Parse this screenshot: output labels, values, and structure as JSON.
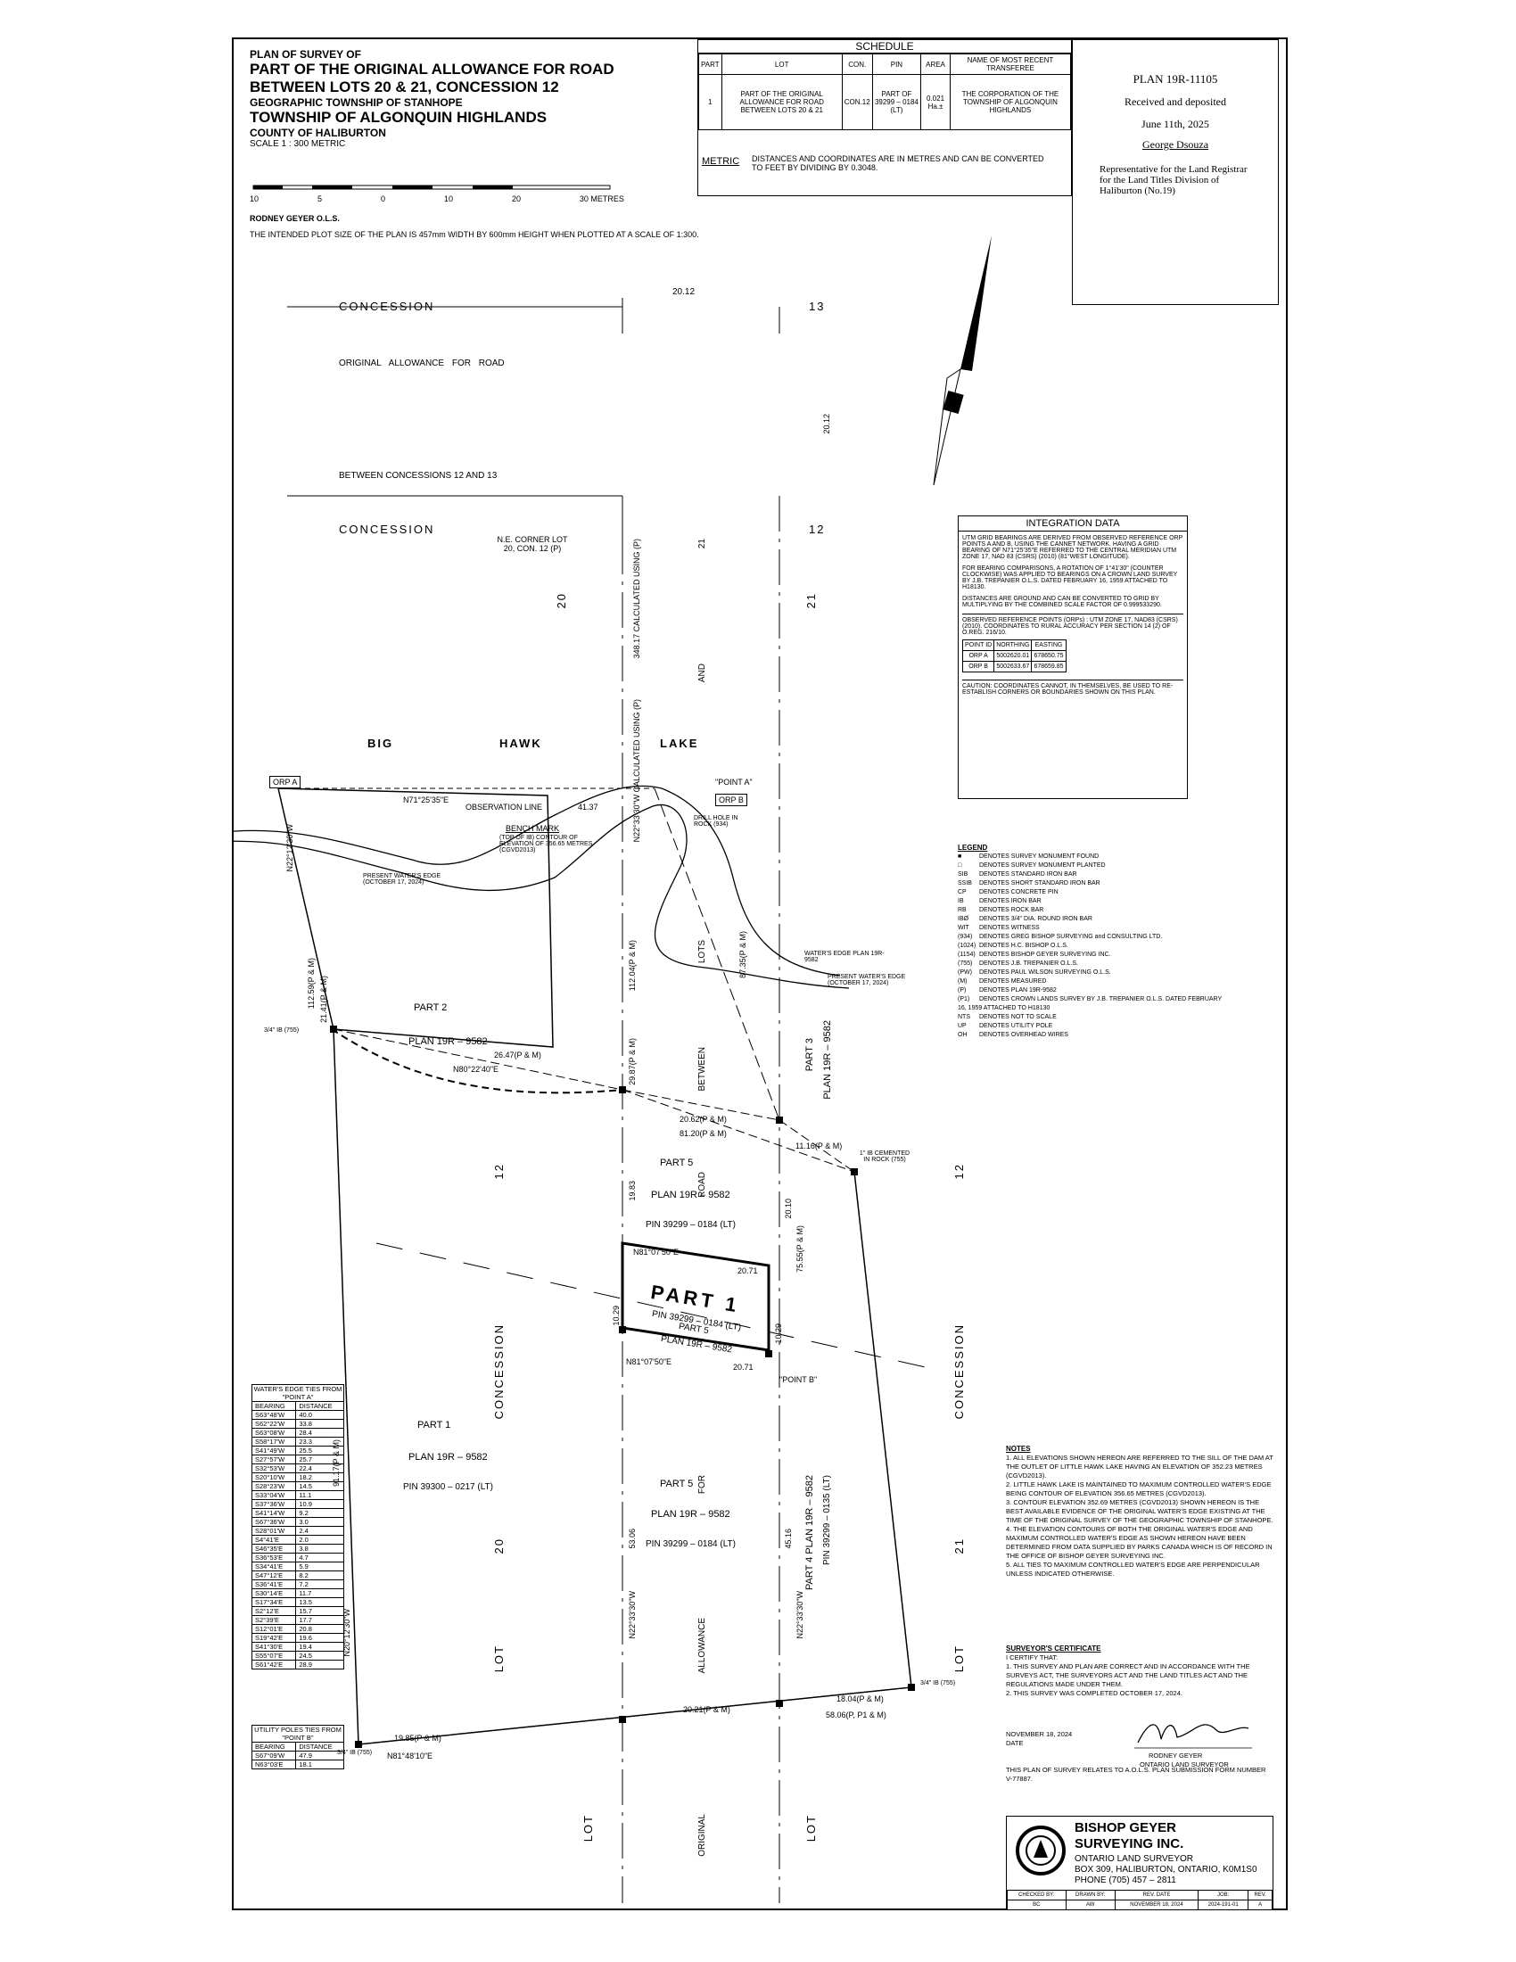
{
  "title_block": {
    "line1": "PLAN OF SURVEY OF",
    "line2": "PART OF THE ORIGINAL ALLOWANCE FOR ROAD",
    "line3": "BETWEEN  LOTS 20 & 21, CONCESSION 12",
    "line4": "GEOGRAPHIC TOWNSHIP OF STANHOPE",
    "line5": "TOWNSHIP OF ALGONQUIN HIGHLANDS",
    "line6": "COUNTY OF HALIBURTON",
    "scale": "SCALE 1 : 300 METRIC",
    "scale_ticks": [
      "10",
      "5",
      "0",
      "10",
      "20",
      "30 METRES"
    ],
    "surveyor_name": "RODNEY GEYER O.L.S.",
    "plot_note": "THE INTENDED PLOT SIZE OF THE PLAN IS 457mm WIDTH BY 600mm HEIGHT WHEN PLOTTED AT A SCALE OF 1:300."
  },
  "schedule": {
    "title": "SCHEDULE",
    "headers": [
      "PART",
      "LOT",
      "CON.",
      "PIN",
      "AREA",
      "NAME OF MOST RECENT TRANSFEREE"
    ],
    "row": [
      "1",
      "PART OF THE ORIGINAL ALLOWANCE FOR ROAD BETWEEN LOTS 20 & 21",
      "CON.12",
      "PART OF 39299 – 0184 (LT)",
      "0.021 Ha.±",
      "THE CORPORATION OF THE TOWNSHIP OF ALGONQUIN HIGHLANDS"
    ],
    "metric_label": "METRIC",
    "metric_text": "DISTANCES AND COORDINATES ARE IN METRES AND CAN BE CONVERTED TO FEET BY DIVIDING BY 0.3048."
  },
  "registry": {
    "plan_no": "PLAN 19R-11105",
    "received": "Received and deposited",
    "date": "June 11th, 2025",
    "name": "George Dsouza",
    "rep": "Representative for the Land Registrar for the Land Titles Division of Haliburton (No.19)"
  },
  "integration": {
    "title": "INTEGRATION DATA",
    "p1": "UTM GRID BEARINGS ARE DERIVED FROM OBSERVED REFERENCE ORP POINTS A AND B, USING THE CANNET NETWORK. HAVING A GRID BEARING OF N71°25'35\"E REFERRED TO THE CENTRAL MERIDIAN UTM ZONE 17, NAD 83 (CSRS) (2010) (81°WEST LONGITUDE).",
    "p2": "FOR BEARING COMPARISONS, A ROTATION OF 1°41'30\" (COUNTER CLOCKWISE) WAS APPLIED TO BEARINGS ON A CROWN LAND SURVEY BY J.B. TREPANIER O.L.S. DATED FEBRUARY 16, 1959 ATTACHED TO H18130.",
    "p3": "DISTANCES ARE GROUND AND CAN BE CONVERTED TO GRID BY MULTIPLYING BY THE COMBINED SCALE FACTOR OF 0.999533290.",
    "p4": "OBSERVED REFERENCE POINTS (ORPs) : UTM ZONE 17, NAD83 (CSRS) (2010). COORDINATES TO RURAL ACCURACY PER SECTION 14 (2) OF O.REG. 216/10.",
    "table_headers": [
      "POINT ID",
      "NORTHING",
      "EASTING"
    ],
    "rows": [
      [
        "ORP A",
        "5002620.01",
        "678650.75"
      ],
      [
        "ORP B",
        "5002633.67",
        "678659.85"
      ]
    ],
    "caution": "CAUTION: COORDINATES CANNOT, IN THEMSELVES, BE USED TO RE-ESTABLISH CORNERS OR BOUNDARIES SHOWN ON THIS PLAN."
  },
  "legend": {
    "title": "LEGEND",
    "items": [
      "DENOTES SURVEY MONUMENT FOUND",
      "DENOTES SURVEY MONUMENT PLANTED",
      "DENOTES STANDARD IRON BAR",
      "DENOTES SHORT STANDARD IRON BAR",
      "DENOTES CONCRETE PIN",
      "DENOTES IRON BAR",
      "DENOTES ROCK BAR",
      "DENOTES 3/4\" DIA. ROUND IRON BAR",
      "DENOTES WITNESS",
      "DENOTES GREG BISHOP SURVEYING and CONSULTING LTD.",
      "DENOTES H.C. BISHOP O.L.S.",
      "DENOTES BISHOP GEYER SURVEYING INC.",
      "DENOTES J.B. TREPANIER O.L.S.",
      "DENOTES PAUL WILSON SURVEYING O.L.S.",
      "DENOTES MEASURED",
      "DENOTES PLAN 19R-9582",
      "DENOTES CROWN LANDS SURVEY BY J.B. TREPANIER O.L.S. DATED FEBRUARY 16, 1959 ATTACHED TO H18130",
      "DENOTES NOT TO SCALE",
      "DENOTES UTILITY POLE",
      "DENOTES OVERHEAD WIRES"
    ],
    "codes": [
      "■",
      "□",
      "SIB",
      "SSIB",
      "CP",
      "IB",
      "RB",
      "IBØ",
      "WIT",
      "(934)",
      "(1024)",
      "(1154)",
      "(755)",
      "(PW)",
      "(M)",
      "(P)",
      "(P1)",
      "NTS",
      "UP",
      "OH"
    ]
  },
  "notes": {
    "title": "NOTES",
    "items": [
      "ALL ELEVATIONS SHOWN HEREON ARE REFERRED TO THE SILL OF THE DAM AT THE OUTLET OF LITTLE HAWK LAKE HAVING AN ELEVATION OF 352.23 METRES (CGVD2013).",
      "LITTLE HAWK LAKE IS MAINTAINED TO MAXIMUM CONTROLLED WATER'S EDGE BEING CONTOUR OF ELEVATION 356.65 METRES (CGVD2013).",
      "CONTOUR ELEVATION 352.69 METRES (CGVD2013) SHOWN HEREON IS THE BEST AVAILABLE EVIDENCE OF THE ORIGINAL WATER'S EDGE EXISTING AT THE TIME OF THE ORIGINAL SURVEY OF THE GEOGRAPHIC TOWNSHIP OF STANHOPE.",
      "THE ELEVATION CONTOURS OF BOTH THE ORIGINAL WATER'S EDGE AND MAXIMUM CONTROLLED WATER'S EDGE AS SHOWN HEREON HAVE BEEN DETERMINED FROM DATA SUPPLIED BY PARKS CANADA WHICH IS OF RECORD IN THE OFFICE OF BISHOP GEYER SURVEYING INC.",
      "ALL TIES TO MAXIMUM CONTROLLED WATER'S EDGE ARE PERPENDICULAR UNLESS INDICATED OTHERWISE."
    ]
  },
  "certificate": {
    "title": "SURVEYOR'S CERTIFICATE",
    "intro": "I CERTIFY THAT:",
    "items": [
      "THIS SURVEY AND PLAN ARE CORRECT AND IN ACCORDANCE WITH THE SURVEYS ACT, THE SURVEYORS ACT AND THE LAND TITLES ACT AND THE REGULATIONS MADE UNDER THEM.",
      "THIS SURVEY WAS COMPLETED OCTOBER 17, 2024."
    ],
    "date": "NOVEMBER 18, 2024",
    "date_label": "DATE",
    "signer": "RODNEY GEYER",
    "signer_title": "ONTARIO LAND SURVEYOR",
    "aols": "THIS PLAN OF SURVEY RELATES TO A.O.L.S. PLAN SUBMISSION FORM NUMBER V-77887."
  },
  "company": {
    "name1": "BISHOP GEYER",
    "name2": "SURVEYING INC.",
    "line1": "ONTARIO LAND SURVEYOR",
    "line2": "BOX 309, HALIBURTON, ONTARIO, K0M1S0",
    "line3": "PHONE (705) 457 – 2811",
    "footer_headers": [
      "CHECKED BY:",
      "DRAWN BY:",
      "REV. DATE",
      "JOB:",
      "REV."
    ],
    "footer_values": [
      "BC",
      "AW",
      "NOVEMBER 18, 2024",
      "2024-191-01",
      "A"
    ]
  },
  "water_ties": {
    "title": "WATER'S EDGE TIES FROM \"POINT A\"",
    "headers": [
      "BEARING",
      "DISTANCE"
    ],
    "rows": [
      [
        "S63°48'W",
        "40.0"
      ],
      [
        "S62°22'W",
        "33.8"
      ],
      [
        "S63°08'W",
        "28.4"
      ],
      [
        "S58°17'W",
        "23.3"
      ],
      [
        "S41°49'W",
        "25.5"
      ],
      [
        "S27°57'W",
        "25.7"
      ],
      [
        "S32°53'W",
        "22.4"
      ],
      [
        "S20°10'W",
        "18.2"
      ],
      [
        "S28°23'W",
        "14.5"
      ],
      [
        "S33°04'W",
        "11.1"
      ],
      [
        "S37°36'W",
        "10.9"
      ],
      [
        "S41°14'W",
        "9.2"
      ],
      [
        "S67°36'W",
        "3.0"
      ],
      [
        "S28°01'W",
        "2.4"
      ],
      [
        "S4°41'E",
        "2.0"
      ],
      [
        "S46°35'E",
        "3.8"
      ],
      [
        "S36°53'E",
        "4.7"
      ],
      [
        "S34°41'E",
        "5.9"
      ],
      [
        "S47°12'E",
        "8.2"
      ],
      [
        "S36°41'E",
        "7.2"
      ],
      [
        "S30°14'E",
        "11.7"
      ],
      [
        "S17°34'E",
        "13.5"
      ],
      [
        "S2°12'E",
        "15.7"
      ],
      [
        "S2°39'E",
        "17.7"
      ],
      [
        "S12°01'E",
        "20.8"
      ],
      [
        "S19°42'E",
        "19.6"
      ],
      [
        "S41°30'E",
        "19.4"
      ],
      [
        "S55°07'E",
        "24.5"
      ],
      [
        "S61°42'E",
        "28.9"
      ]
    ]
  },
  "pole_ties": {
    "title": "UTILITY POLES TIES FROM \"POINT B\"",
    "headers": [
      "BEARING",
      "DISTANCE"
    ],
    "rows": [
      [
        "S67°09'W",
        "47.9"
      ],
      [
        "N63°03'E",
        "18.1"
      ]
    ]
  },
  "plan": {
    "concession_tl": "CONCESSION",
    "concession_ml": "CONCESSION",
    "num13": "13",
    "num12_top": "12",
    "road_top_1": "ORIGINAL     ALLOWANCE     FOR     ROAD",
    "road_top_2": "BETWEEN   CONCESSIONS   12   AND   13",
    "dim_top": "20.12",
    "dim_right": "20.12",
    "ne_corner": "N.E. CORNER LOT 20, CON. 12 (P)",
    "lake1": "BIG",
    "lake2": "HAWK",
    "lake3": "LAKE",
    "orp_a": "ORP A",
    "orp_b": "ORP B",
    "point_a": "\"POINT A\"",
    "point_b": "\"POINT B\"",
    "obs_bearing": "N71°25'35\"E",
    "obs_line": "OBSERVATION LINE",
    "obs_dist": "41.37",
    "bench_mark": "BENCH MARK",
    "bench_desc": "(TOP OF IB) CONTOUR OF ELEVATION OF 356.65 METRES (CGVD2013)",
    "drill_hole": "DRILL HOLE IN ROCK (934)",
    "water_edge_1": "PRESENT WATER'S EDGE (OCTOBER 17, 2024)",
    "water_edge_2": "WATER'S EDGE PLAN 19R-9582",
    "water_edge_3": "PRESENT WATER'S EDGE (OCTOBER 17, 2024)",
    "part2": "PART 2",
    "part2_plan": "PLAN 19R – 9582",
    "part3": "PART 3",
    "part3_plan": "PLAN 19R – 9582",
    "part5a": "PART 5",
    "part5a_plan": "PLAN 19R – 9582",
    "part5a_pin": "PIN 39299 – 0184 (LT)",
    "part1_big": "PART  1",
    "part1_pin": "PIN 39299 – 0184 (LT)",
    "part1_sub1": "PART 5",
    "part1_sub2": "PLAN 19R – 9582",
    "part1_left": "PART 1",
    "part1_left_plan": "PLAN 19R – 9582",
    "part1_left_pin": "PIN 39300 – 0217 (LT)",
    "part5b": "PART 5",
    "part5b_plan": "PLAN 19R – 9582",
    "part5b_pin": "PIN 39299 – 0184 (LT)",
    "part4": "PART 4 PLAN 19R – 9582",
    "part4_pin": "PIN 39299 – 0135 (LT)",
    "bearing_top": "N81°07'50\"E",
    "dist_top": "20.71",
    "bearing_bot": "N81°07'50\"E",
    "dist_bot": "20.71",
    "dist_left": "10.29",
    "dist_right": "10.29",
    "bearing_tie1": "N80°22'40\"E",
    "dist_tie1": "26.47(P & M)",
    "dist_tie2": "20.62(P & M)",
    "dist_tie3": "81.20(P & M)",
    "dist_tie4": "11.16(P & M)",
    "dist_bottom1": "19.85(P & M)",
    "bearing_bottom": "N81°48'10\"E",
    "dist_bottom2": "20.21(P & M)",
    "dist_bottom3": "18.04(P & M)",
    "dist_bottom4": "58.06(P, P1 & M)",
    "iron_34a": "3/4\" IB (755)",
    "iron_34b": "3/4\" IB (755)",
    "iron_34c": "3/4\" IB (755)",
    "cemented": "1\" IB CEMENTED IN ROCK (755)",
    "vlabel_20": "20",
    "vlabel_21": "21",
    "vlabel_and": "AND",
    "vlabel_21b": "21",
    "vlabel_lots": "LOTS",
    "vlabel_between": "BETWEEN",
    "vlabel_road": "ROAD",
    "vlabel_for": "FOR",
    "vlabel_allowance": "ALLOWANCE",
    "vlabel_original": "ORIGINAL",
    "vlabel_12l": "12",
    "vlabel_12r": "12",
    "vlabel_concl": "CONCESSION",
    "vlabel_concr": "CONCESSION",
    "vlabel_20b": "20",
    "vlabel_21c": "21",
    "vlabel_lotl": "LOT",
    "vlabel_lotr": "LOT",
    "vlabel_lotl2": "LOT",
    "vlabel_lotr2": "LOT",
    "vdist_1": "348.17 CALCULATED USING (P)",
    "vdist_2": "N22°33'30\"W CALCULATED USING (P)",
    "vdist_3": "112.04(P & M)",
    "vdist_4": "29.87(P & M)",
    "vdist_5": "19.83",
    "vdist_6": "20.10",
    "vdist_7": "75.55(P & M)",
    "vdist_8": "53.06",
    "vdist_9": "45.16",
    "vdist_10": "N22°33'30\"W",
    "vdist_11": "N22°33'30\"W",
    "vdist_12": "112.59(P & M)",
    "vdist_13": "21.41(P & M)",
    "vdist_14": "91.17(P & M)",
    "vdist_15": "N20°12'30\"W",
    "vdist_16": "N22°12'30\"W",
    "vdist_17": "87.35(P & M)"
  }
}
